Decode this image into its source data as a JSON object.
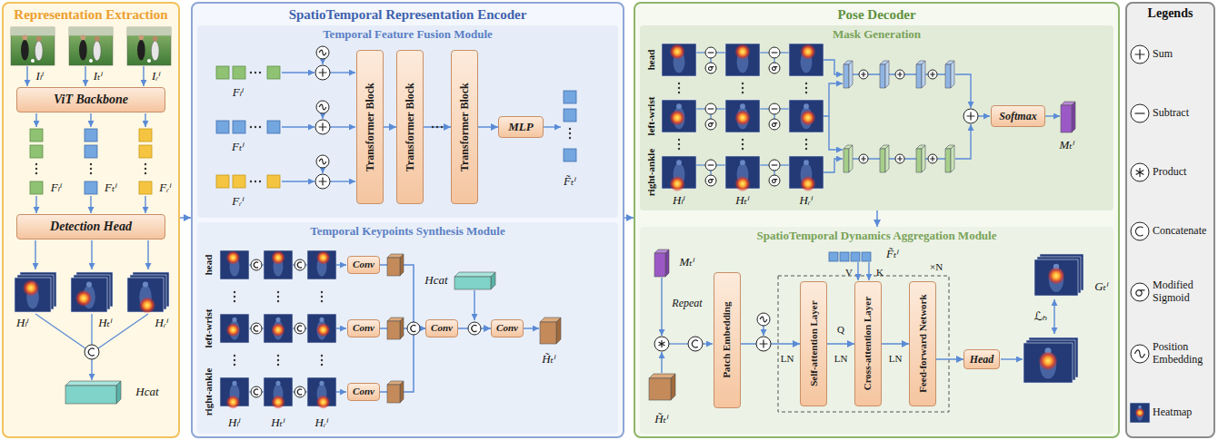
{
  "diagram": {
    "nodes": [
      {
        "text": [
          "Representation Extraction"
        ]
      },
      {
        "text": [
          "ViT Backbone"
        ],
        "in": 0
      },
      {
        "text": [
          "Detection Head"
        ],
        "in": 0
      },
      {
        "text": [
          "SpatioTemporal Representation Encoder"
        ]
      },
      {
        "text": [
          "Temporal Feature Fusion Module"
        ],
        "in": 3
      },
      {
        "text": [
          "Transformer Block"
        ],
        "in": 4
      },
      {
        "text": [
          "Transformer Block"
        ],
        "in": 4
      },
      {
        "text": [
          "Transformer Block"
        ],
        "in": 4
      },
      {
        "text": [
          "MLP"
        ],
        "in": 4
      },
      {
        "text": [
          "Temporal Keypoints Synthesis Module"
        ],
        "in": 3
      },
      {
        "text": [
          "Conv"
        ],
        "in": 9
      },
      {
        "text": [
          "Conv"
        ],
        "in": 9
      },
      {
        "text": [
          "Conv"
        ],
        "in": 9
      },
      {
        "text": [
          "Conv"
        ],
        "in": 9
      },
      {
        "text": [
          "Conv"
        ],
        "in": 9
      },
      {
        "text": [
          "Pose Decoder"
        ]
      },
      {
        "text": [
          "Mask Generation"
        ],
        "in": 15
      },
      {
        "text": [
          "Softmax"
        ],
        "in": 16
      },
      {
        "text": [
          "SpatioTemporal Dynamics Aggregation Module"
        ],
        "in": 15
      },
      {
        "text": [
          "Patch Embedding"
        ],
        "in": 18
      },
      {
        "text": [
          "Self-attention Layer"
        ],
        "in": 18
      },
      {
        "text": [
          "Cross-attention Layer"
        ],
        "in": 18
      },
      {
        "text": [
          "Feed-forward Network"
        ],
        "in": 18
      },
      {
        "text": [
          "Head"
        ],
        "in": 18
      },
      {
        "text": [
          "Legends"
        ]
      }
    ],
    "edges": [
      {
        "from": 0,
        "to": 3,
        "arrow": "to"
      },
      {
        "from": 3,
        "to": 15,
        "arrow": "to"
      },
      {
        "from": 5,
        "to": 6,
        "arrow": "to"
      },
      {
        "from": 6,
        "to": 7,
        "arrow": "to"
      },
      {
        "from": 7,
        "to": 8,
        "arrow": "to"
      },
      {
        "from": 10,
        "to": 13,
        "arrow": "to"
      },
      {
        "from": 11,
        "to": 13,
        "arrow": "to"
      },
      {
        "from": 12,
        "to": 13,
        "arrow": "to"
      },
      {
        "from": 13,
        "to": 14,
        "arrow": "to"
      },
      {
        "from": 16,
        "to": 18,
        "arrow": "to"
      },
      {
        "from": 19,
        "to": 20,
        "arrow": "to"
      },
      {
        "from": 20,
        "to": 21,
        "arrow": "to"
      },
      {
        "from": 21,
        "to": 22,
        "arrow": "to"
      },
      {
        "from": 22,
        "to": 23,
        "arrow": "to"
      }
    ],
    "labels": [
      "Iₗⁱ",
      "Iₜⁱ",
      "Iᵣⁱ",
      "Fₗⁱ",
      "Fₜⁱ",
      "Fᵣⁱ",
      "Hₗⁱ",
      "Hₜⁱ",
      "Hᵣⁱ",
      "Hcat",
      "Fₗⁱ",
      "Fₜⁱ",
      "Fᵣⁱ",
      "F̃ₜⁱ",
      "head",
      "left-wrist",
      "right-ankle",
      "Hₗⁱ",
      "Hₜⁱ",
      "Hᵣⁱ",
      "Hcat",
      "H̃ₜⁱ",
      "head",
      "left-wrist",
      "right-ankle",
      "Hₗⁱ",
      "Hₜⁱ",
      "Hᵣⁱ",
      "Mₜⁱ",
      "Mₜⁱ",
      "Repeat",
      "H̃ₜⁱ",
      "V",
      "K",
      "Q",
      "F̃ₜⁱ",
      "LN",
      "LN",
      "LN",
      "×N",
      "ℒₕ",
      "Gₜⁱ"
    ],
    "legend": [
      {
        "text": "Sum"
      },
      {
        "text": "Subtract"
      },
      {
        "text": "Product"
      },
      {
        "text": "Concatenate"
      },
      {
        "text": "Modified Sigmoid"
      },
      {
        "text": "Position Embedding"
      },
      {
        "text": "Heatmap"
      }
    ]
  }
}
